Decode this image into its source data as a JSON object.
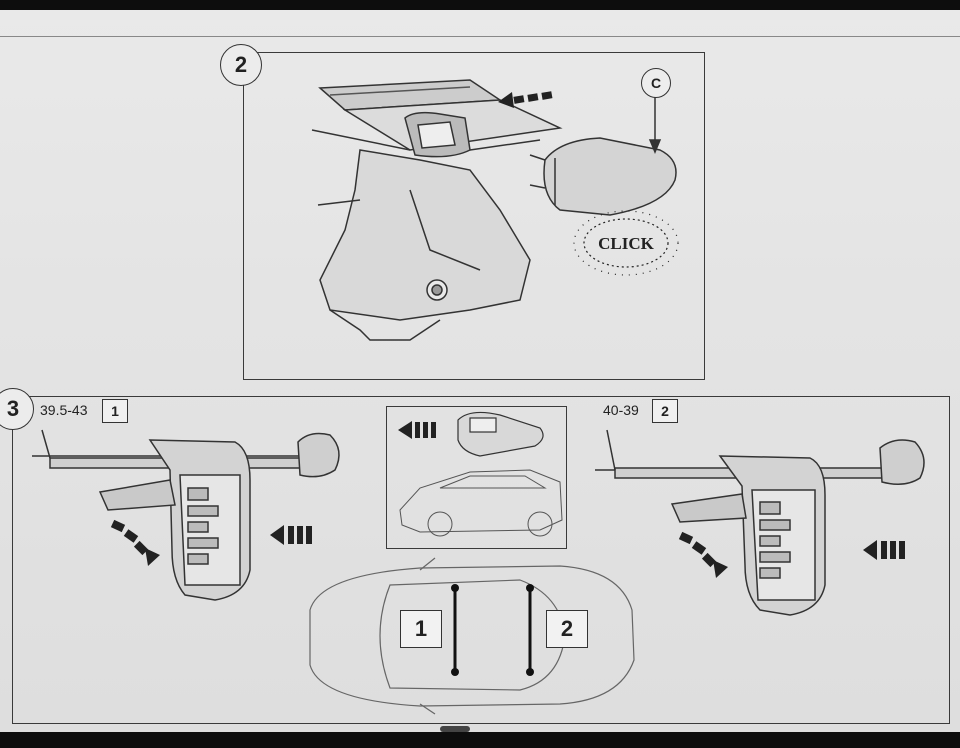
{
  "steps": {
    "step2": {
      "number": "2",
      "callout": "C",
      "click_text": "CLICK"
    },
    "step3": {
      "number": "3",
      "left": {
        "measurement": "39.5-43",
        "position": "1"
      },
      "right": {
        "measurement": "40-39",
        "position": "2"
      },
      "car_positions": [
        "1",
        "2"
      ]
    }
  },
  "icons": {
    "push_arrow": "triple-dash-arrow-icon",
    "rotate_arrow": "curved-dash-arrow-icon",
    "click_burst": "starburst-icon"
  },
  "colors": {
    "paper": "#e6e6e6",
    "ink": "#222222"
  }
}
